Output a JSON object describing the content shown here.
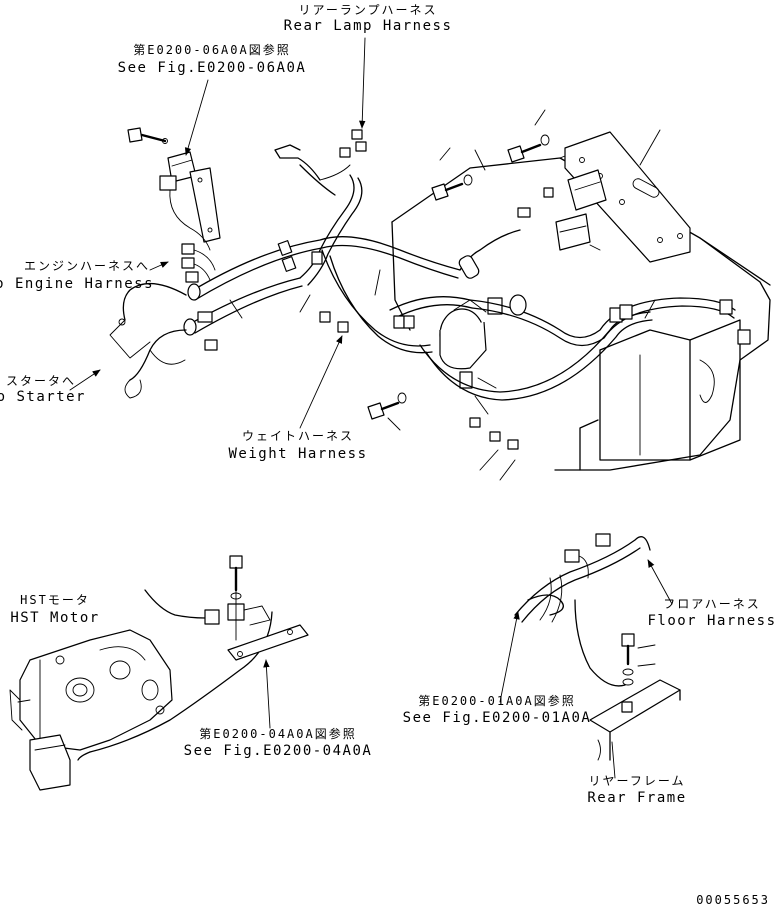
{
  "labels": {
    "rear_lamp_jp": "リアーランプハーネス",
    "rear_lamp_en": "Rear Lamp Harness",
    "see_06_jp": "第E0200-06A0A図参照",
    "see_06_en": "See Fig.E0200-06A0A",
    "engine_jp": "エンジンハーネスへ",
    "engine_en": "To Engine Harness",
    "starter_jp": "スタータへ",
    "starter_en": "To Starter",
    "weight_jp": "ウェイトハーネス",
    "weight_en": "Weight Harness",
    "hst_jp": "HSTモータ",
    "hst_en": "HST Motor",
    "see_04_jp": "第E0200-04A0A図参照",
    "see_04_en": "See Fig.E0200-04A0A",
    "floor_jp": "フロアハーネス",
    "floor_en": "Floor Harness",
    "see_01_jp": "第E0200-01A0A図参照",
    "see_01_en": "See Fig.E0200-01A0A",
    "rear_frame_jp": "リヤーフレーム",
    "rear_frame_en": "Rear Frame",
    "drawing_number": "00055653"
  }
}
